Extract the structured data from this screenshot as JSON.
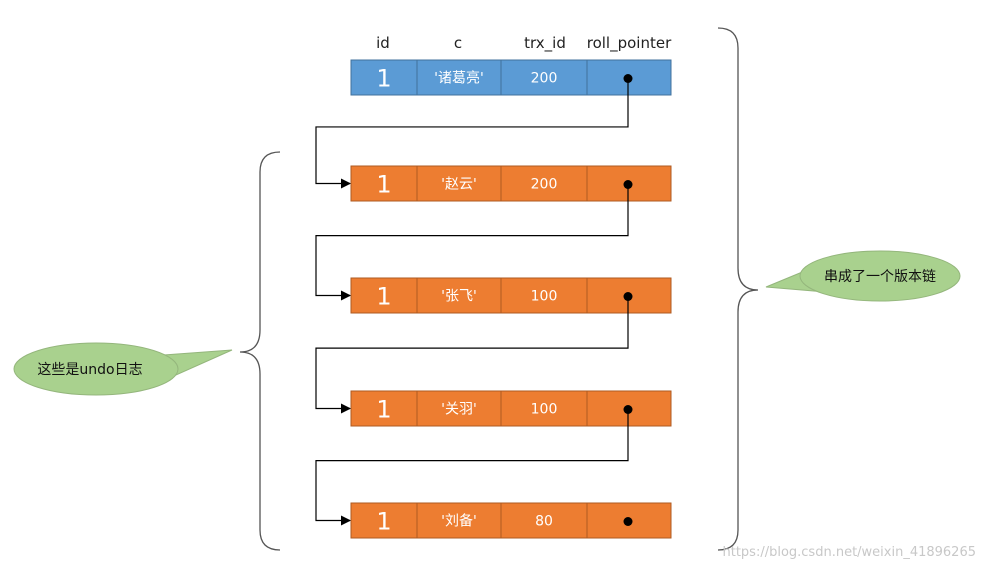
{
  "header": {
    "col_id": "id",
    "col_c": "c",
    "col_trx": "trx_id",
    "col_roll": "roll_pointer"
  },
  "rows": [
    {
      "id": "1",
      "c": "'诸葛亮'",
      "trx_id": "200",
      "kind": "current"
    },
    {
      "id": "1",
      "c": "'赵云'",
      "trx_id": "200",
      "kind": "undo"
    },
    {
      "id": "1",
      "c": "'张飞'",
      "trx_id": "100",
      "kind": "undo"
    },
    {
      "id": "1",
      "c": "'关羽'",
      "trx_id": "100",
      "kind": "undo"
    },
    {
      "id": "1",
      "c": "'刘备'",
      "trx_id": "80",
      "kind": "undo"
    }
  ],
  "colors": {
    "current": "#5b9bd5",
    "current_border": "#41719c",
    "undo": "#ed7d31",
    "undo_border": "#ae5a21",
    "bubble": "#a9d18e",
    "bubble_border": "#94b67c"
  },
  "callouts": {
    "undo_logs": "这些是undo日志",
    "version_chain": "串成了一个版本链"
  },
  "watermark": "https://blog.csdn.net/weixin_41896265"
}
